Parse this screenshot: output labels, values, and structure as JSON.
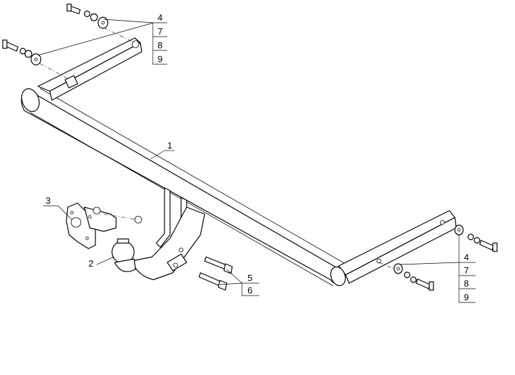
{
  "callouts": {
    "top_group": [
      "4",
      "7",
      "8",
      "9"
    ],
    "right_group": [
      "4",
      "7",
      "8",
      "9"
    ],
    "bolt_group": [
      "5",
      "6"
    ],
    "crossbar": "1",
    "tow_ball": "2",
    "socket_plate": "3"
  }
}
